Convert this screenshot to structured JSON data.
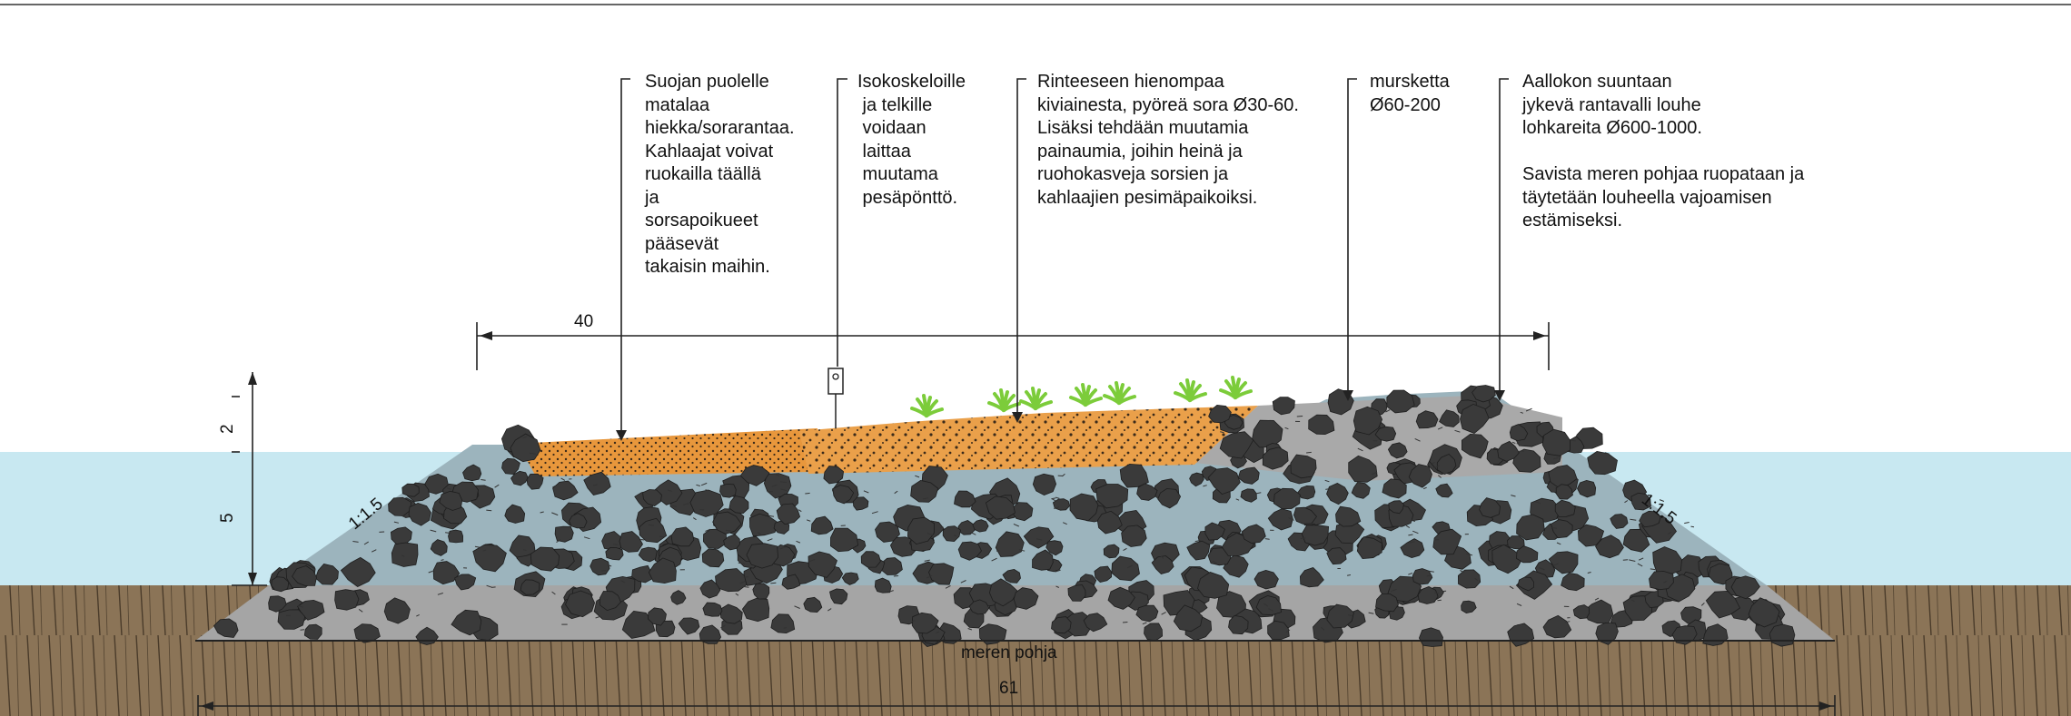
{
  "callouts": {
    "shore_beach": "Suojan puolelle\nmatalaa\nhiekka/sorarantaa.\nKahlaajat voivat\nruokailla täällä\nja\nsorsapoikueet\npääsevät\ntakaisin maihin.",
    "nest_box": "Isokoskeloille\n ja telkille\n voidaan\n laittaa\n muutama\n pesäpönttö.",
    "slope_gravel": "Rinteeseen hienompaa\nkiviainesta, pyöreä sora Ø30-60.\nLisäksi tehdään muutamia\npainaumia, joihin heinä ja\nruohokasveja sorsien ja\nkahlaajien pesimäpaikoiksi.",
    "crushed_stone": "mursketta\nØ60-200",
    "breakwater": "Aallokon suuntaan\njykevä rantavalli louhe\nlohkareita Ø600-1000.\n\nSavista meren pohjaa ruopataan ja\ntäytetään louheella vajoamisen\nestämiseksi."
  },
  "dimensions": {
    "top_width": "40",
    "bottom_width": "61",
    "height_above_water": "2",
    "height_below_water": "5",
    "slope_left": "1:1.5",
    "slope_right": "1:1.5"
  },
  "labels": {
    "seabed": "meren pohja"
  },
  "colors": {
    "water": "#c8e8f1",
    "seabed": "#8b7457",
    "rock": "#3a3a3a",
    "rock_bed": "#a5a5a5",
    "rock_core": "#9cb4bd",
    "sand": "#e9963f",
    "plant": "#7ccc3a"
  }
}
